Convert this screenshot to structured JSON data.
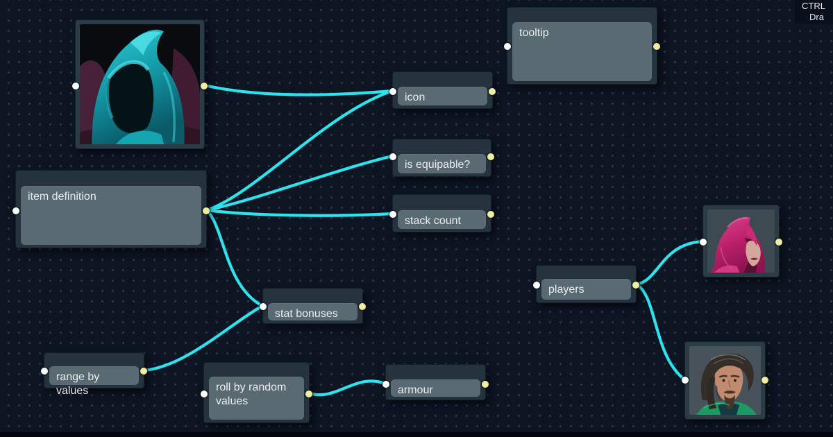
{
  "app": {
    "type": "node-graph-editor",
    "background_color": "#0d1422",
    "grid_dot_color": "#2a3342",
    "wire_color": "#2ee3ed",
    "output_port_color": "#f2ec9d",
    "input_port_color": "#ffffff",
    "node_frame_color": "#24333d",
    "node_panel_color": "#5a6a72",
    "label_color": "#e9edef"
  },
  "overlay": {
    "line1": "CTRL",
    "line2": "Dra"
  },
  "nodes": [
    {
      "id": "item-image",
      "kind": "image",
      "label": "",
      "image": "teal-hooded-cloak-illustration"
    },
    {
      "id": "item-definition",
      "kind": "box",
      "label": "item definition"
    },
    {
      "id": "icon",
      "kind": "box",
      "label": "icon"
    },
    {
      "id": "is-equipable",
      "kind": "box",
      "label": "is equipable?"
    },
    {
      "id": "stack-count",
      "kind": "box",
      "label": "stack count"
    },
    {
      "id": "tooltip",
      "kind": "box",
      "label": "tooltip"
    },
    {
      "id": "stat-bonuses",
      "kind": "box",
      "label": "stat bonuses"
    },
    {
      "id": "range-by-values",
      "kind": "box",
      "label": "range by values"
    },
    {
      "id": "roll-by-random-values",
      "kind": "box",
      "label": "roll by random values"
    },
    {
      "id": "armour",
      "kind": "box",
      "label": "armour"
    },
    {
      "id": "players",
      "kind": "box",
      "label": "players"
    },
    {
      "id": "player-image-pink",
      "kind": "image",
      "label": "",
      "image": "pink-hooded-figure-portrait"
    },
    {
      "id": "player-image-man",
      "kind": "image",
      "label": "",
      "image": "bearded-man-portrait"
    }
  ],
  "connections": [
    {
      "from": "item-image",
      "to": "icon"
    },
    {
      "from": "item-definition",
      "to": "icon"
    },
    {
      "from": "item-definition",
      "to": "is-equipable"
    },
    {
      "from": "item-definition",
      "to": "stack-count"
    },
    {
      "from": "item-definition",
      "to": "stat-bonuses"
    },
    {
      "from": "range-by-values",
      "to": "stat-bonuses"
    },
    {
      "from": "roll-by-random-values",
      "to": "armour"
    },
    {
      "from": "players",
      "to": "player-image-pink"
    },
    {
      "from": "players",
      "to": "player-image-man"
    }
  ]
}
